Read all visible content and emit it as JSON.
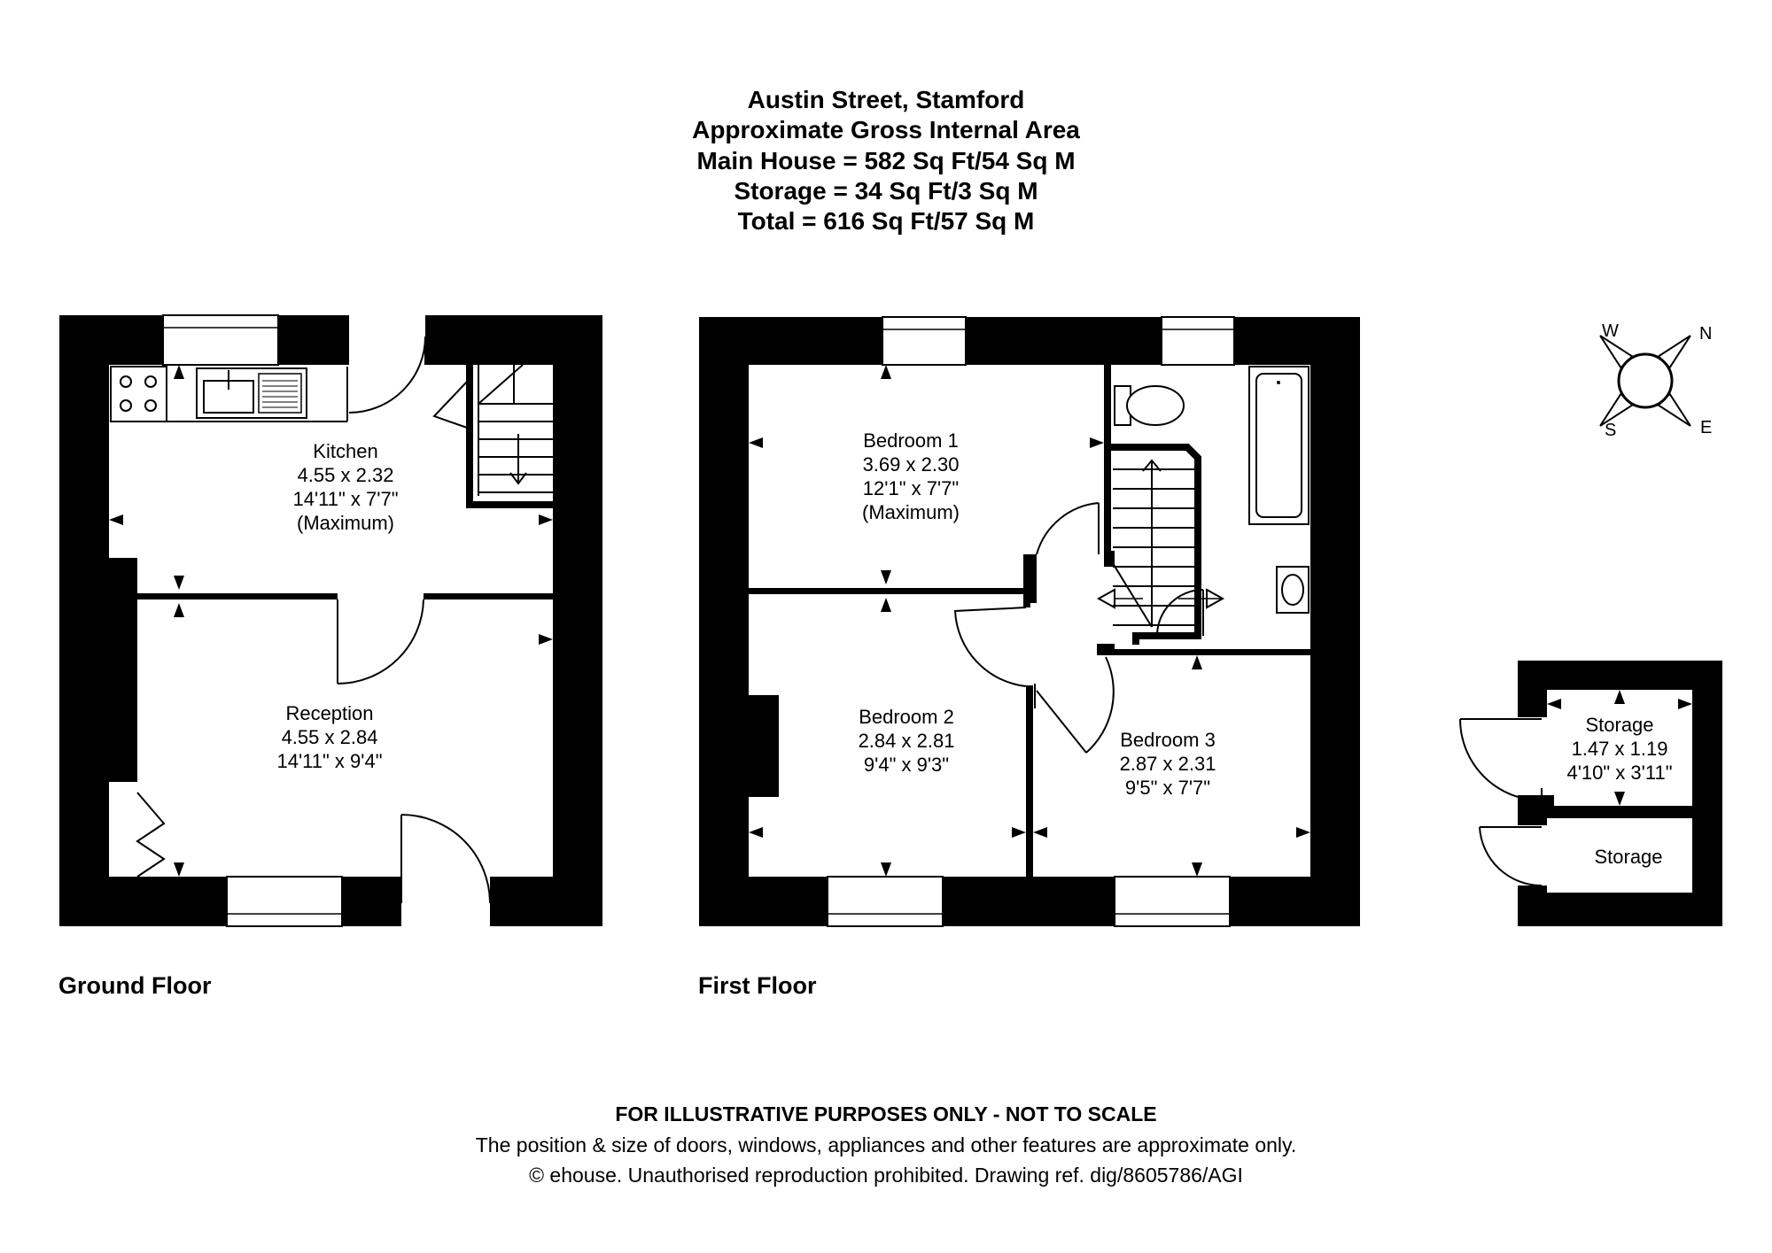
{
  "header": {
    "title": "Austin Street, Stamford",
    "subtitle": "Approximate Gross Internal Area",
    "main_house": "Main House = 582 Sq Ft/54 Sq M",
    "storage": "Storage = 34 Sq Ft/3 Sq M",
    "total": "Total = 616 Sq Ft/57 Sq M"
  },
  "floors": {
    "ground": "Ground Floor",
    "first": "First Floor"
  },
  "rooms": {
    "kitchen": {
      "name": "Kitchen",
      "metric": "4.55 x 2.32",
      "imperial": "14'11\" x 7'7\"",
      "note": "(Maximum)"
    },
    "reception": {
      "name": "Reception",
      "metric": "4.55 x 2.84",
      "imperial": "14'11\" x 9'4\""
    },
    "bedroom1": {
      "name": "Bedroom 1",
      "metric": "3.69 x 2.30",
      "imperial": "12'1\" x 7'7\"",
      "note": "(Maximum)"
    },
    "bedroom2": {
      "name": "Bedroom 2",
      "metric": "2.84 x 2.81",
      "imperial": "9'4\" x 9'3\""
    },
    "bedroom3": {
      "name": "Bedroom 3",
      "metric": "2.87 x 2.31",
      "imperial": "9'5\" x 7'7\""
    },
    "storage1": {
      "name": "Storage",
      "metric": "1.47 x 1.19",
      "imperial": "4'10\" x 3'11\""
    },
    "storage2": {
      "name": "Storage"
    }
  },
  "compass": {
    "w": "W",
    "n": "N",
    "s": "S",
    "e": "E"
  },
  "footer": {
    "disclaimer": "FOR ILLUSTRATIVE PURPOSES ONLY - NOT TO SCALE",
    "note": "The position & size of doors, windows, appliances and other features are approximate only.",
    "copyright": "© ehouse. Unauthorised reproduction prohibited. Drawing ref. dig/8605786/AGI"
  }
}
